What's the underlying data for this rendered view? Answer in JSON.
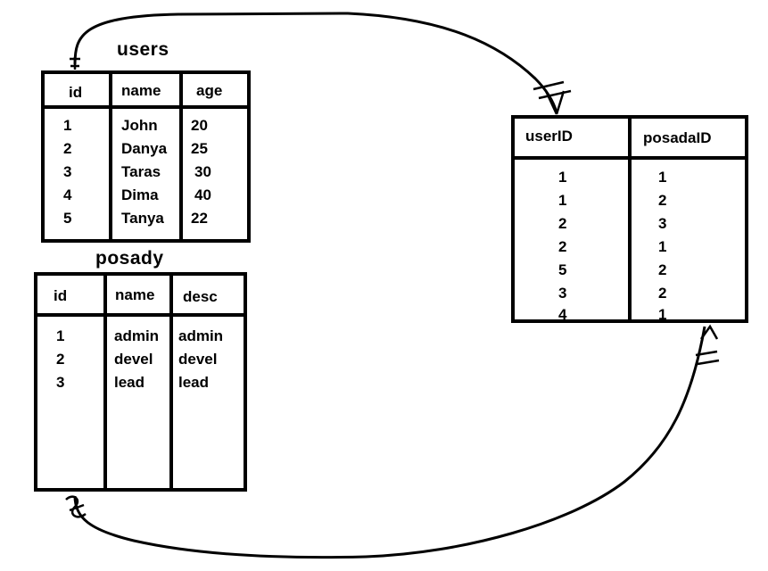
{
  "users": {
    "title": "users",
    "headers": [
      "id",
      "name",
      "age"
    ],
    "rows": [
      [
        "1",
        "John",
        "20"
      ],
      [
        "2",
        "Danya",
        "25"
      ],
      [
        "3",
        "Taras",
        "30"
      ],
      [
        "4",
        "Dima",
        "40"
      ],
      [
        "5",
        "Tanya",
        "22"
      ]
    ]
  },
  "posady": {
    "title": "posady",
    "headers": [
      "id",
      "name",
      "desc"
    ],
    "rows": [
      [
        "1",
        "admin",
        "admin"
      ],
      [
        "2",
        "devel",
        "devel"
      ],
      [
        "3",
        "lead",
        "lead"
      ]
    ]
  },
  "link": {
    "headers": [
      "userID",
      "posadaID"
    ],
    "rows": [
      [
        "1",
        "1"
      ],
      [
        "1",
        "2"
      ],
      [
        "2",
        "3"
      ],
      [
        "2",
        "1"
      ],
      [
        "5",
        "2"
      ],
      [
        "3",
        "2"
      ],
      [
        "4",
        "1"
      ]
    ]
  },
  "colors": {
    "ink": "#000000",
    "background": "#ffffff"
  }
}
